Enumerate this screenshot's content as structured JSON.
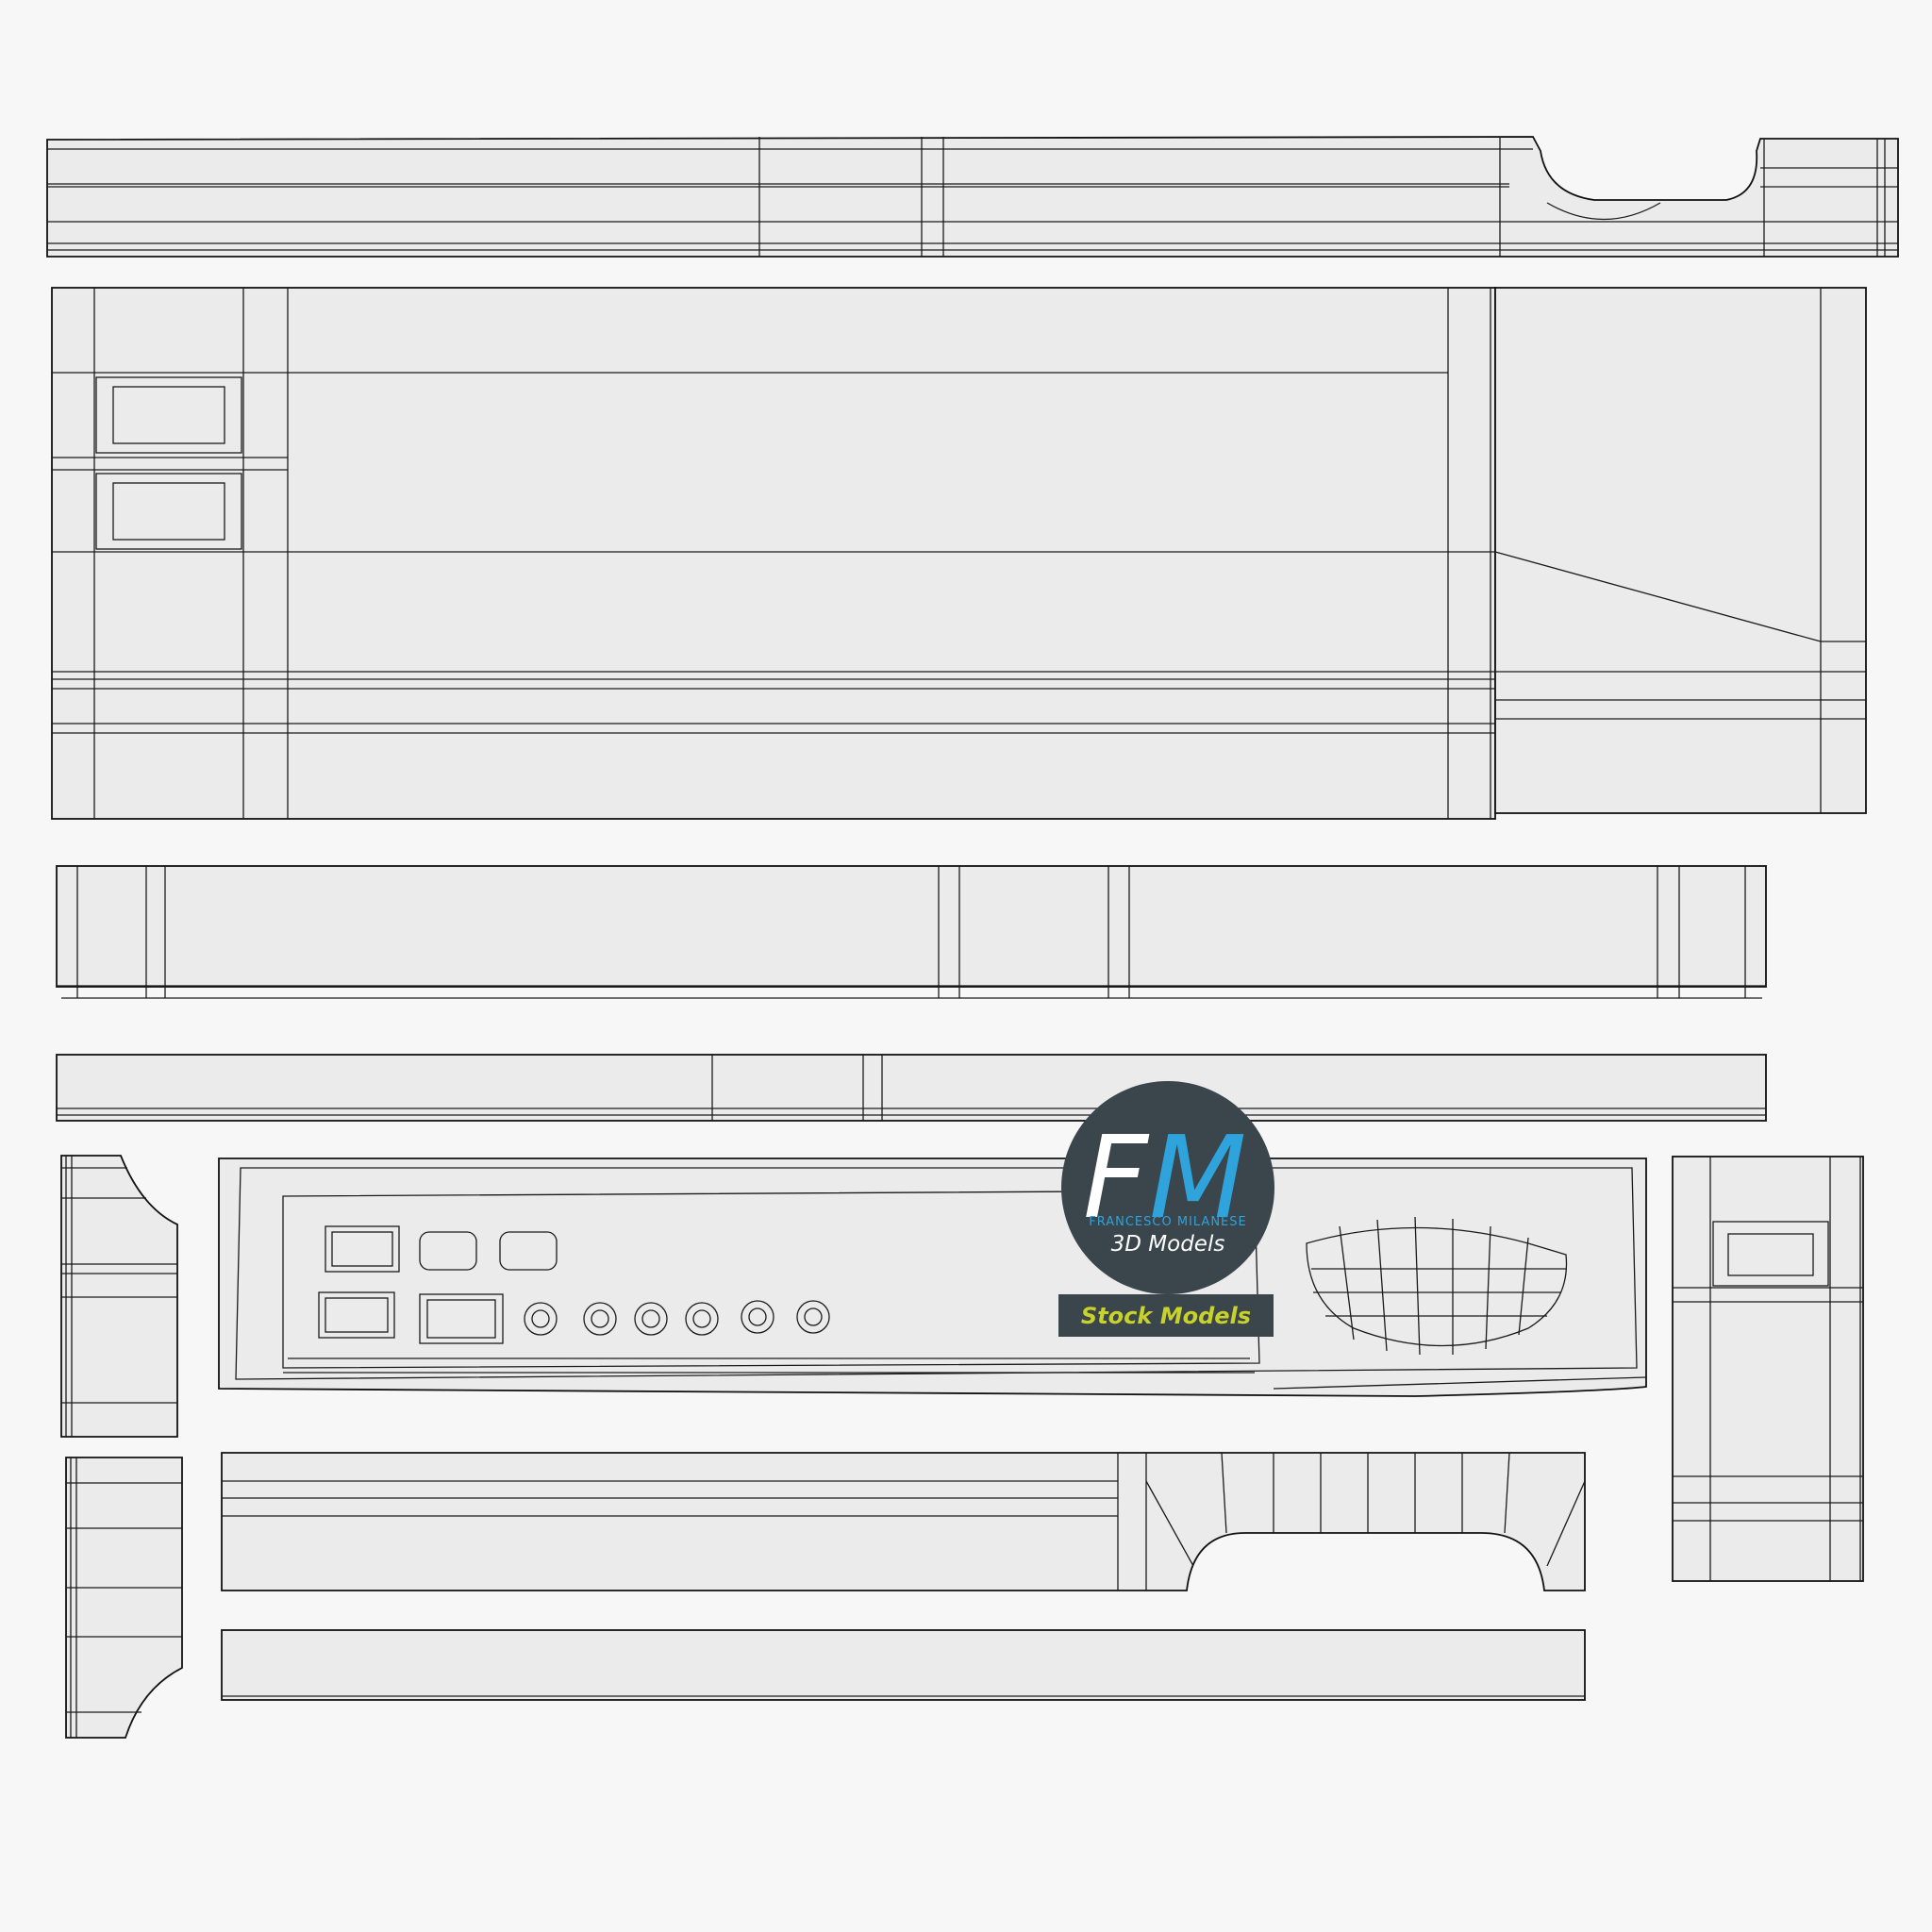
{
  "logo": {
    "monogram_f": "F",
    "monogram_m": "M",
    "name": "FRANCESCO MILANESE",
    "tagline": "3D Models",
    "badge": "Stock Models",
    "colors": {
      "disc": "#3a454c",
      "monogram_f": "#ffffff",
      "monogram_m": "#2ea3dc",
      "name": "#2ea3dc",
      "tagline": "#ffffff",
      "badge_bg": "#3a454c",
      "badge_text": "#c8d22b"
    }
  },
  "colors": {
    "background": "#f7f7f7",
    "island_fill": "#ebebeb",
    "wire": "#1a1a1a"
  }
}
